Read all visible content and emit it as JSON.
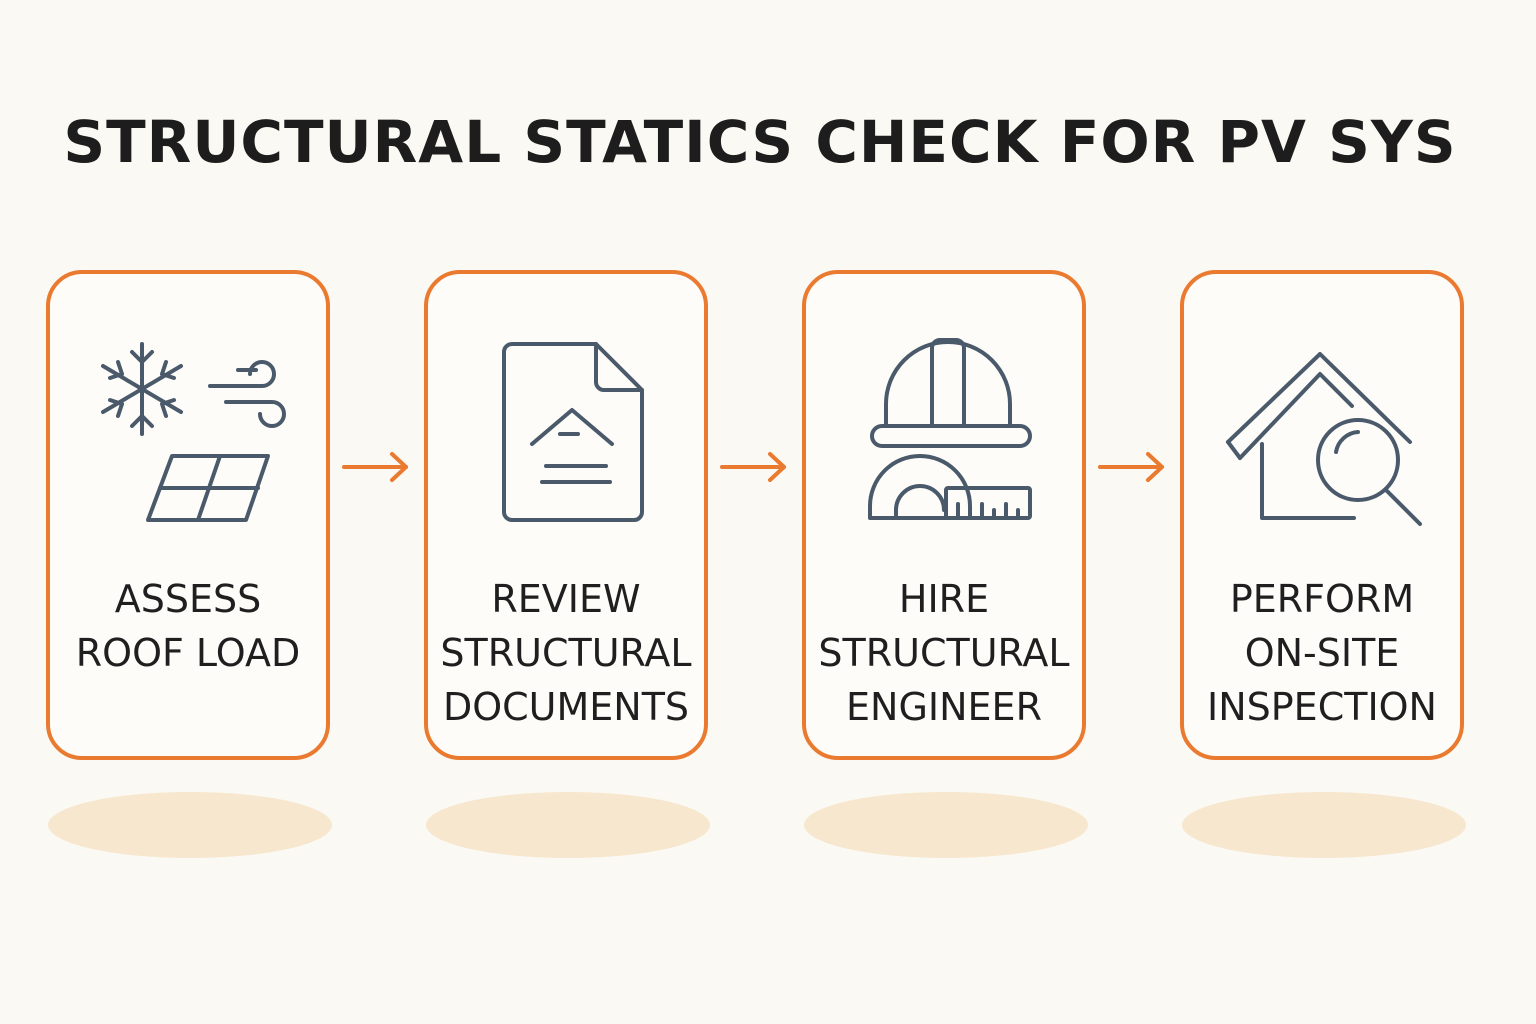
{
  "title": "STRUCTURAL STATICS CHECK FOR PV SYS",
  "colors": {
    "accent": "#ea7a30",
    "icon": "#4a5a6b",
    "shadow": "#f7e7cf",
    "background": "#fbf9f3"
  },
  "steps": [
    {
      "icon": "snow-wind-solar-panel-icon",
      "lines": [
        "ASSESS",
        "ROOF LOAD"
      ]
    },
    {
      "icon": "document-icon",
      "lines": [
        "REVIEW",
        "STRUCTURAL",
        "DOCUMENTS"
      ]
    },
    {
      "icon": "hardhat-ruler-icon",
      "lines": [
        "HIRE",
        "STRUCTURAL",
        "ENGINEER"
      ]
    },
    {
      "icon": "house-magnifier-icon",
      "lines": [
        "PERFORM",
        "ON-SITE",
        "INSPECTION"
      ]
    }
  ]
}
